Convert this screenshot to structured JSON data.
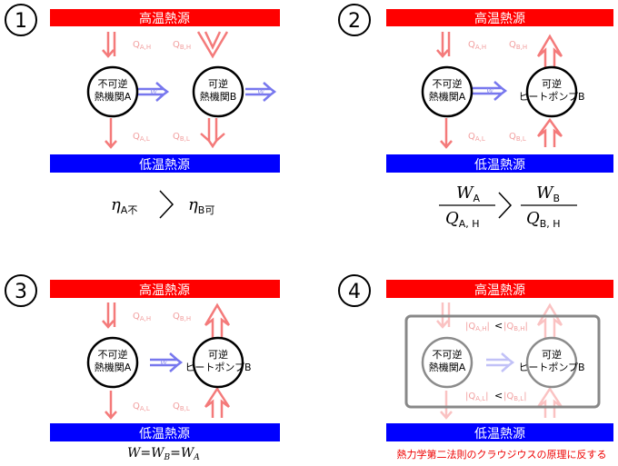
{
  "colors": {
    "hot": "#ff0000",
    "cold": "#0000ff",
    "heat_arrow": "#f47a7a",
    "work_arrow": "#7777ee",
    "frame": "#888888",
    "warning": "#ee0000"
  },
  "labels": {
    "hot_reservoir": "高温熱源",
    "cold_reservoir": "低温熱源",
    "engine_a_line1": "不可逆",
    "engine_a_line2": "熱機関A",
    "engine_b_line1": "可逆",
    "engine_b_line2": "熱機関B",
    "heat_pump_line1": "可逆",
    "heat_pump_line2": "ヒートポンプB",
    "q_ah": "Q",
    "q_ah_sub": "A,H",
    "q_bh": "Q",
    "q_bh_sub": "B,H",
    "q_al": "Q",
    "q_al_sub": "A,L",
    "q_bl": "Q",
    "q_bl_sub": "B,L",
    "w_a": "W",
    "w_a_sub": "A",
    "w_b": "W",
    "w_b_sub": "B",
    "w": "W",
    "abs_q_ah": "|Q",
    "abs_q_ah_sub": "A,H",
    "abs_close": "|",
    "abs_q_bh": "|Q",
    "abs_q_bh_sub": "B,H",
    "abs_q_al": "|Q",
    "abs_q_al_sub": "A,L",
    "abs_q_bl": "|Q",
    "abs_q_bl_sub": "B,L",
    "less_than": "<"
  },
  "panels": {
    "p1": {
      "number": "1",
      "eta": "η",
      "eta_a_sub": "A不",
      "eta_b_sub": "B可"
    },
    "p2": {
      "number": "2",
      "w_a": "W",
      "w_a_sub": "A",
      "q_a_h": "Q",
      "q_a_h_sub": "A, H",
      "w_b": "W",
      "w_b_sub": "B",
      "q_b_h": "Q",
      "q_b_h_sub": "B, H"
    },
    "p3": {
      "number": "3",
      "w": "W",
      "eq1": "=",
      "w_b": "W",
      "w_b_sub": "B",
      "eq2": "=",
      "w_a": "W",
      "w_a_sub": "A"
    },
    "p4": {
      "number": "4",
      "note": "熱力学第二法則のクラウジウスの原理に反する"
    }
  }
}
